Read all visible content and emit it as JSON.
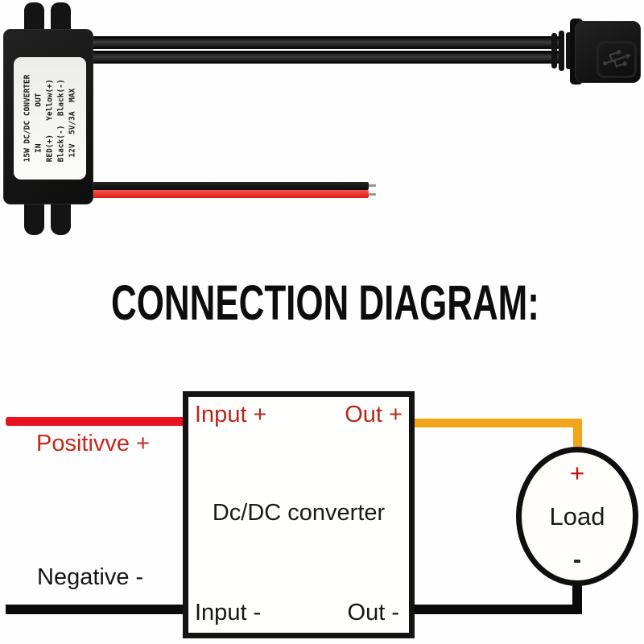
{
  "heading": {
    "text": "CONNECTION DIAGRAM:"
  },
  "device_label": {
    "lines": [
      "15W DC/DC CONVERTER",
      "  IN        OUT",
      "RED(+)   Yellow(+)",
      "Black(-)  Black(-)",
      " 12V  5V/3A  MAX"
    ]
  },
  "diagram": {
    "converter_title": "Dc/DC converter",
    "ports": {
      "input_plus": "Input +",
      "out_plus": "Out +",
      "input_minus": "Input -",
      "out_minus": "Out -"
    },
    "wire_labels": {
      "positive": "Positivve +",
      "negative": "Negative -"
    },
    "load": {
      "plus": "+",
      "name": "Load",
      "minus": "-"
    },
    "colors": {
      "positive_wire_red": "#e9131f",
      "output_wire_yellow": "#f1a51a",
      "negative_wire_black": "#0b0b0b",
      "red_label_text": "#b3281e"
    }
  }
}
